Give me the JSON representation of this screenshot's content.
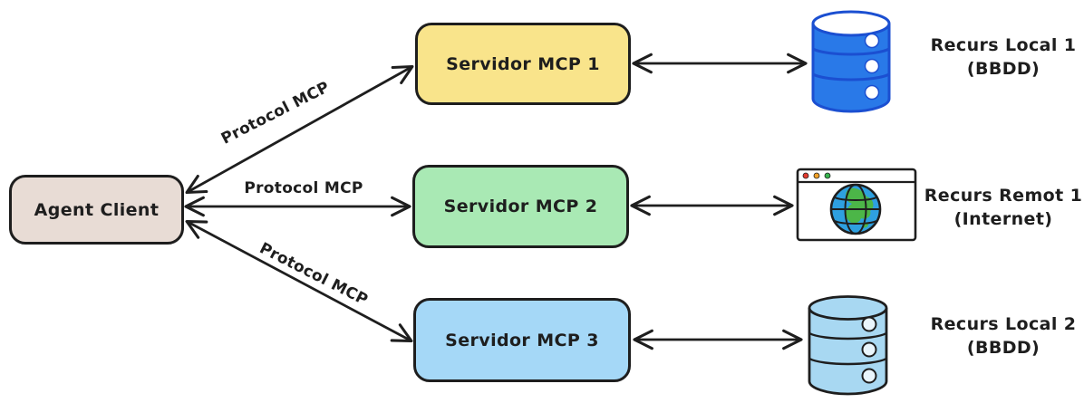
{
  "diagram": {
    "agent": {
      "label": "Agent Client"
    },
    "protocol_edges": [
      {
        "label": "Protocol MCP"
      },
      {
        "label": "Protocol MCP"
      },
      {
        "label": "Protocol MCP"
      }
    ],
    "servers": [
      {
        "label": "Servidor MCP 1",
        "fill": "#f9e48b"
      },
      {
        "label": "Servidor MCP 2",
        "fill": "#a9e9b4"
      },
      {
        "label": "Servidor MCP 3",
        "fill": "#a5d8f7"
      }
    ],
    "resources": [
      {
        "icon": "database-blue-icon",
        "line1": "Recurs Local 1",
        "line2": "(BBDD)"
      },
      {
        "icon": "browser-globe-icon",
        "line1": "Recurs Remot 1",
        "line2": "(Internet)"
      },
      {
        "icon": "database-lightblue-icon",
        "line1": "Recurs Local 2",
        "line2": "(BBDD)"
      }
    ],
    "colors": {
      "agent_fill": "#e8dcd5",
      "outline": "#1e1e1e",
      "db_blue_fill": "#2979e8",
      "db_blue_stroke": "#1b4fd1",
      "db_light_fill": "#a8d8f2",
      "globe_ocean": "#2ea0e0",
      "globe_land": "#4cb648",
      "browser_dot_red": "#e23b2e",
      "browser_dot_yellow": "#f0a028",
      "browser_dot_green": "#37b24d"
    }
  }
}
